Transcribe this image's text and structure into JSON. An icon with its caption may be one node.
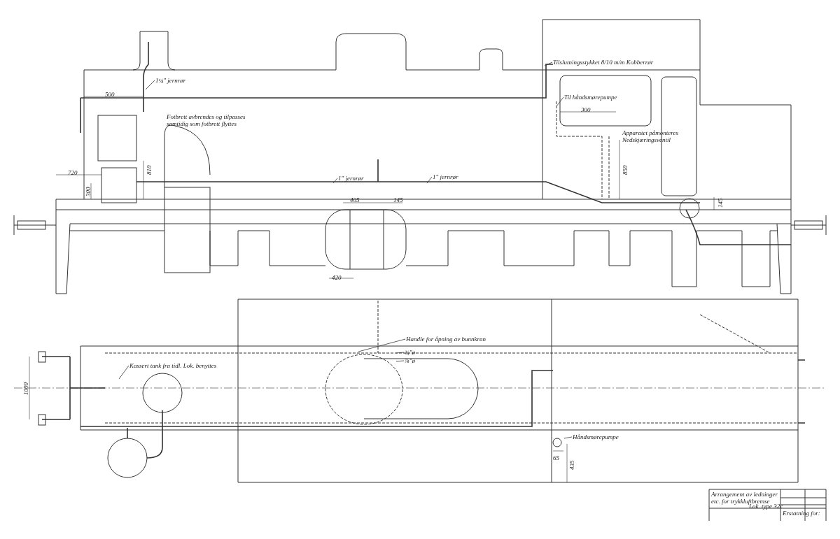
{
  "diagram": {
    "nodes": [
      {
        "text": [
          "1¼\" jernrør"
        ]
      },
      {
        "text": [
          "1\" jernrør"
        ]
      },
      {
        "text": [
          "1\" jernrør"
        ]
      },
      {
        "text": [
          "Tilslutningsstykket 8/10 m/m Kobberrør"
        ]
      },
      {
        "text": [
          "Til håndsmørepumpe"
        ]
      },
      {
        "text": [
          "Kassert tank fra tidl. Lok. benyttes"
        ]
      },
      {
        "text": [
          "Handle for åpning av bunnkran"
        ]
      },
      {
        "text": [
          "¾\"ø"
        ]
      },
      {
        "text": [
          "⅞\"ø"
        ]
      },
      {
        "text": [
          "Håndsmørepumpe"
        ]
      }
    ],
    "edges": [
      {
        "from": 0,
        "to": null,
        "arrow": "none"
      },
      {
        "from": 1,
        "to": null,
        "arrow": "none"
      },
      {
        "from": 2,
        "to": null,
        "arrow": "none"
      },
      {
        "from": 3,
        "to": null,
        "arrow": "none"
      },
      {
        "from": 4,
        "to": null,
        "arrow": "none"
      },
      {
        "from": 5,
        "to": null,
        "arrow": "none"
      },
      {
        "from": 6,
        "to": null,
        "arrow": "none"
      },
      {
        "from": 7,
        "to": null,
        "arrow": "none"
      },
      {
        "from": 8,
        "to": null,
        "arrow": "none"
      },
      {
        "from": 9,
        "to": null,
        "arrow": "none"
      }
    ],
    "labels": [
      "Fotbrett avbrendes og tilpasses samtidig som fotbrett flyttes",
      "Apparatet påmonteres Nedskjæringsventil",
      "500",
      "720",
      "810",
      "300",
      "405",
      "145",
      "420",
      "300",
      "850",
      "145",
      "1000",
      "65",
      "435",
      "Arrangement av ledninger etc. for trykkluftbremse",
      "Lok. type 32c",
      "Erstatning for:"
    ]
  }
}
